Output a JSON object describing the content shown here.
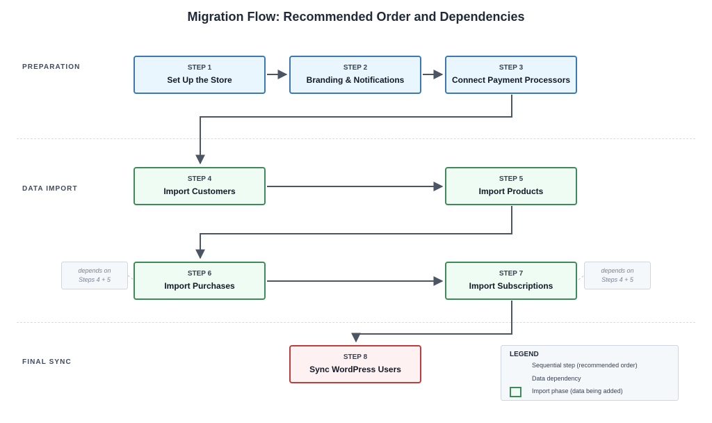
{
  "title": "Migration Flow: Recommended Order and Dependencies",
  "lanes": {
    "preparation": "PREPARATION",
    "data_import": "DATA IMPORT",
    "final_sync": "FINAL SYNC"
  },
  "steps": [
    {
      "label": "STEP 1",
      "name": "Set Up the Store",
      "phase": "setup"
    },
    {
      "label": "STEP 2",
      "name": "Branding & Notifications",
      "phase": "setup"
    },
    {
      "label": "STEP 3",
      "name": "Connect Payment Processors",
      "phase": "setup"
    },
    {
      "label": "STEP 4",
      "name": "Import Customers",
      "phase": "import"
    },
    {
      "label": "STEP 5",
      "name": "Import Products",
      "phase": "import"
    },
    {
      "label": "STEP 6",
      "name": "Import Purchases",
      "phase": "import"
    },
    {
      "label": "STEP 7",
      "name": "Import Subscriptions",
      "phase": "import"
    },
    {
      "label": "STEP 8",
      "name": "Sync WordPress Users",
      "phase": "sync"
    }
  ],
  "notes": [
    {
      "line1": "depends on",
      "line2": "Steps 4 + 5"
    },
    {
      "line1": "depends on",
      "line2": "Steps 4 + 5"
    }
  ],
  "legend": {
    "title": "LEGEND",
    "sequential": "Sequential step (recommended order)",
    "dependency": "Data dependency",
    "import_phase": "Import phase (data being added)"
  },
  "colors": {
    "setup_fill": "#eaf6fd",
    "setup_border": "#3b78b5",
    "import_fill": "#effcf3",
    "import_border": "#3f8a59",
    "sync_fill": "#fdf1f1",
    "sync_border": "#c33b3b",
    "arrow": "#4b5563"
  }
}
